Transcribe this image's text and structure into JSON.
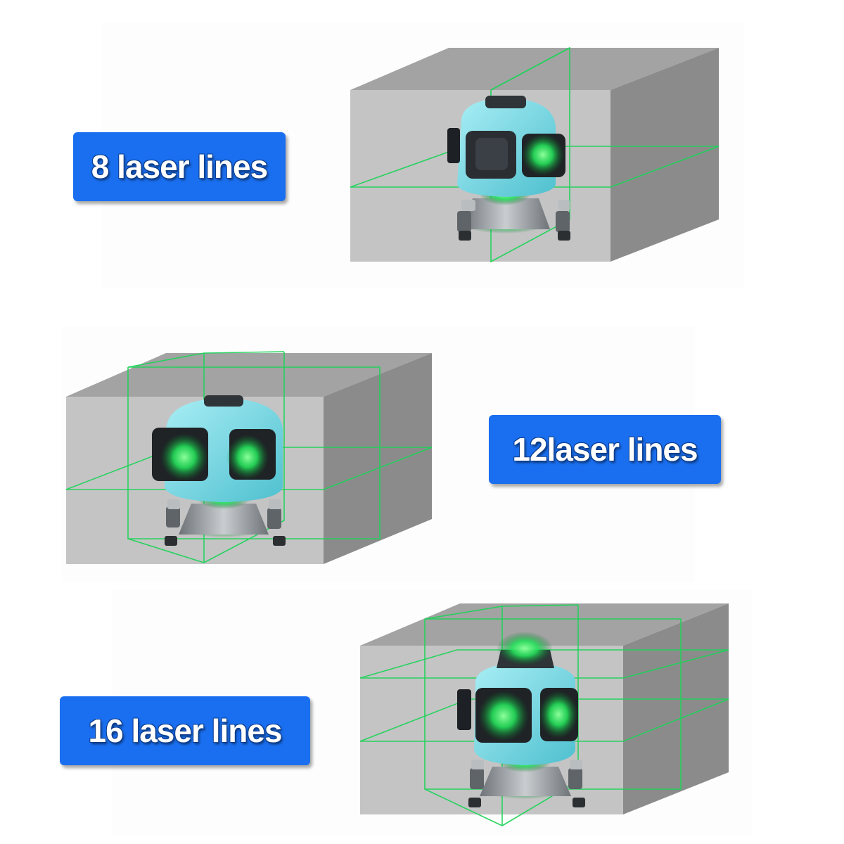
{
  "labels": {
    "top": "8 laser lines",
    "middle": "12laser lines",
    "bottom": "16 laser lines"
  },
  "colors": {
    "label_bg": "#1a6ff0",
    "label_text": "#ffffff",
    "laser": "#1fd35a",
    "box_front": "#c3c3c3",
    "box_top": "#a3a3a3",
    "box_side": "#8c8c8c",
    "device_body": "#86dde8"
  }
}
